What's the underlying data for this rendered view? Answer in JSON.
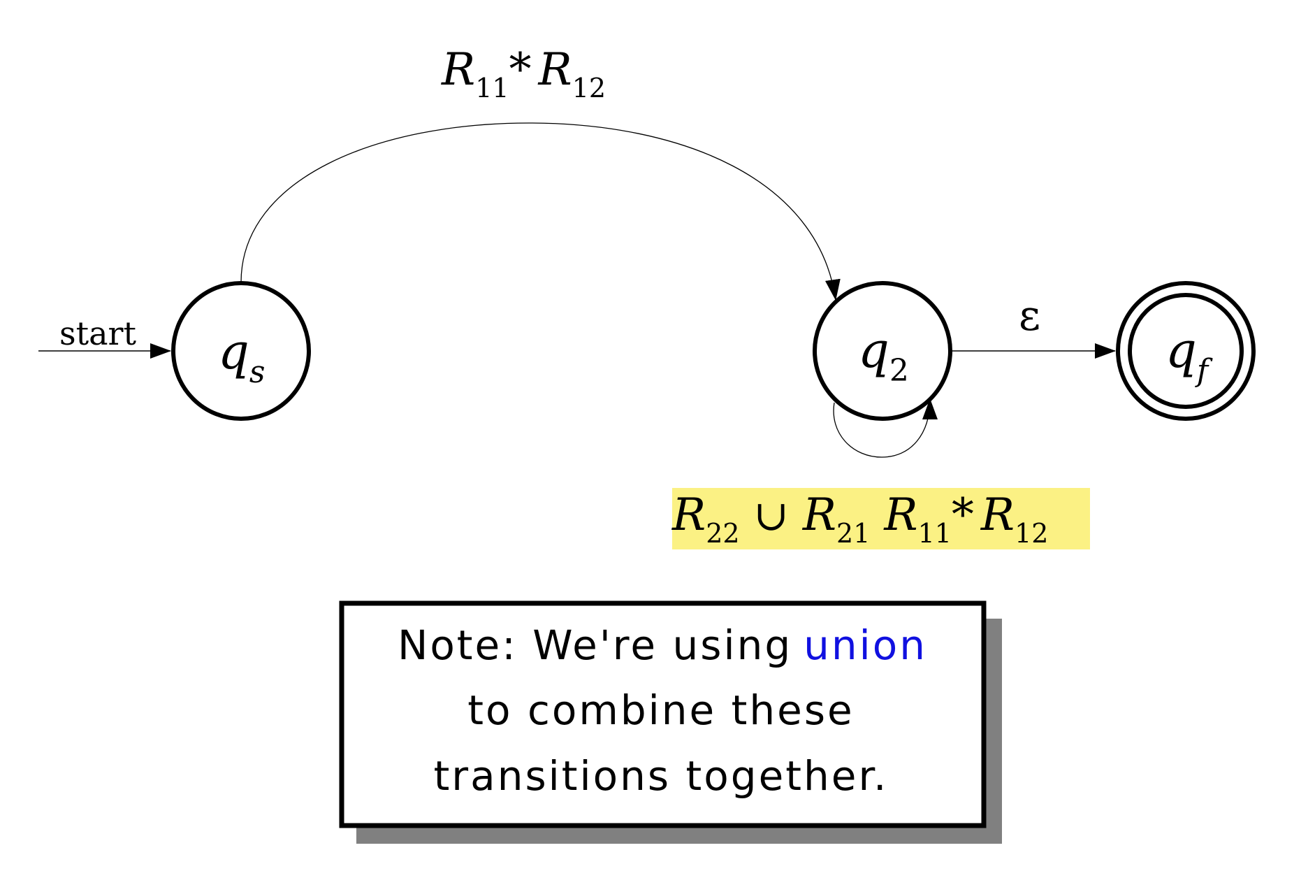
{
  "start_label": "start",
  "states": {
    "qs": {
      "base": "q",
      "sub": "s"
    },
    "q2": {
      "base": "q",
      "sub": "2"
    },
    "qf": {
      "base": "q",
      "sub": "f",
      "accepting": true
    }
  },
  "transitions": {
    "qs_to_q2": {
      "parts": [
        {
          "base": "R",
          "sub": "11",
          "suffix": "*"
        },
        {
          "base": "R",
          "sub": "12",
          "suffix": ""
        }
      ]
    },
    "q2_to_qf": {
      "label": "ε"
    },
    "q2_self": {
      "highlight_color": "#fbf184",
      "parts": [
        {
          "base": "R",
          "sub": "22",
          "suffix": ""
        },
        {
          "op": "∪"
        },
        {
          "base": "R",
          "sub": "21",
          "suffix": ""
        },
        {
          "base": "R",
          "sub": "11",
          "suffix": "*"
        },
        {
          "base": "R",
          "sub": "12",
          "suffix": ""
        }
      ]
    }
  },
  "note": {
    "line1_before": "Note: We're using",
    "line1_highlight": "union",
    "line2": "to combine these",
    "line3": "transitions together.",
    "highlight_color": "#1010e0"
  }
}
